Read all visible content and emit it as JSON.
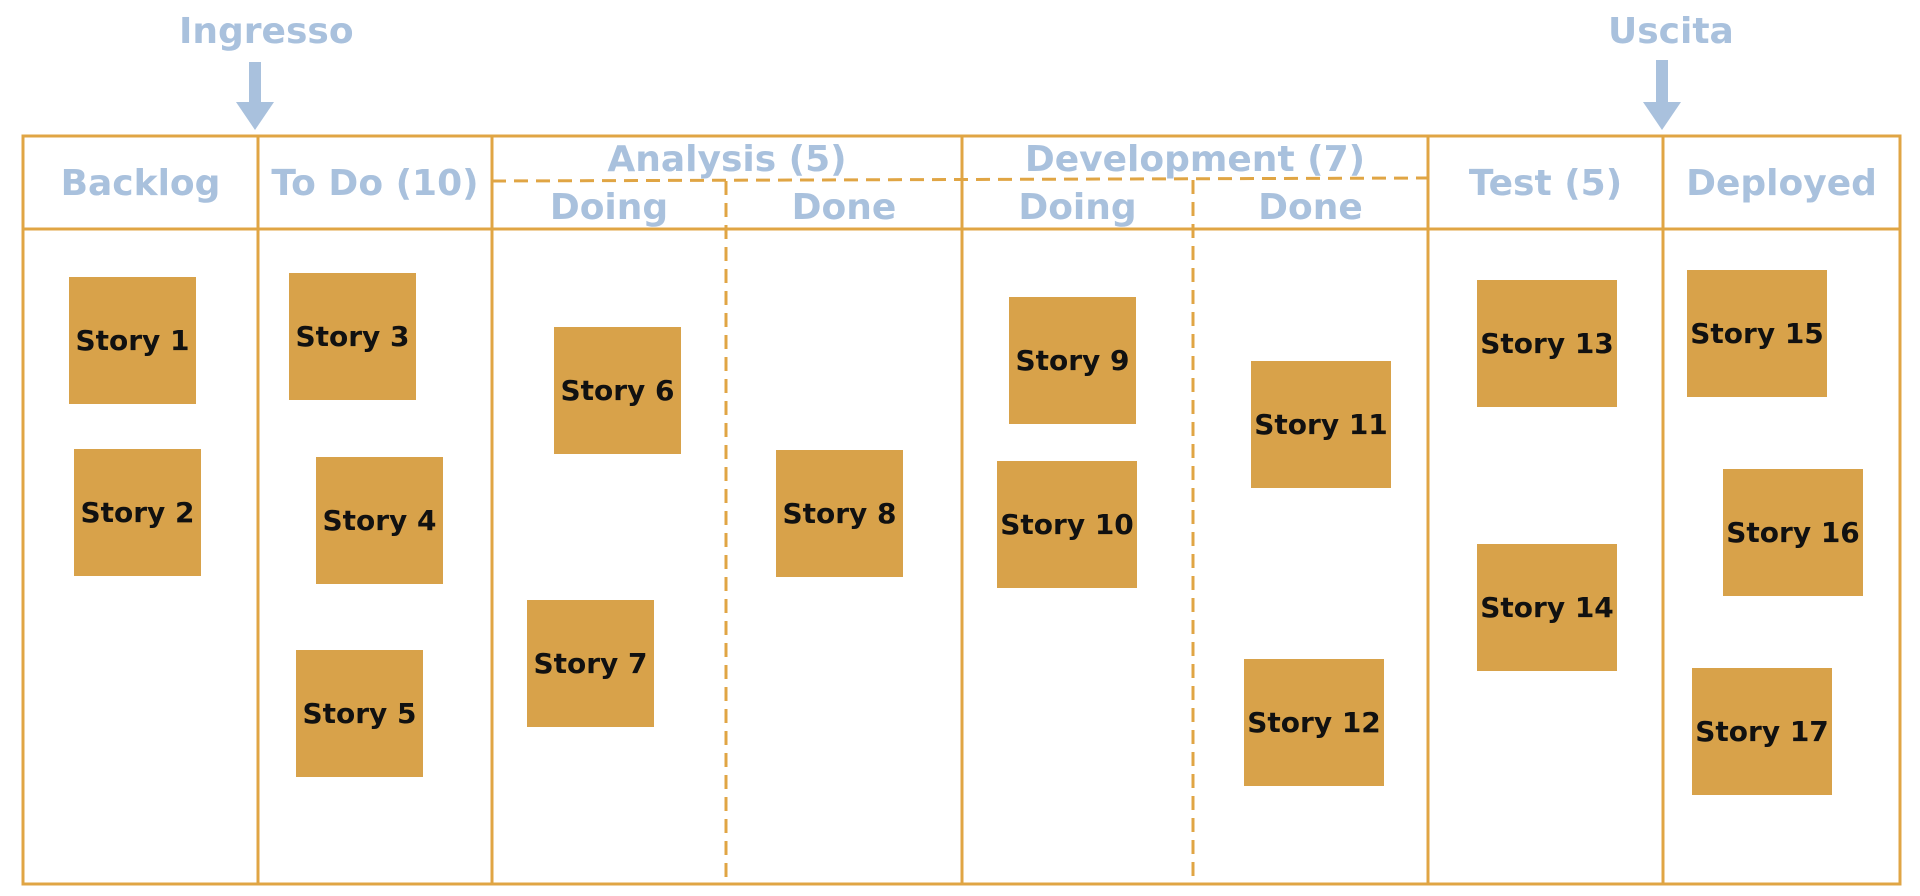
{
  "flow": {
    "entry_label": "Ingresso",
    "exit_label": "Uscita"
  },
  "columns": {
    "backlog": "Backlog",
    "todo": "To Do (10)",
    "analysis": "Analysis (5)",
    "analysis_doing": "Doing",
    "analysis_done": "Done",
    "development": "Development (7)",
    "development_doing": "Doing",
    "development_done": "Done",
    "test": "Test (5)",
    "deployed": "Deployed"
  },
  "stories": [
    "Story 1",
    "Story 2",
    "Story 3",
    "Story 4",
    "Story 5",
    "Story 6",
    "Story 7",
    "Story 8",
    "Story 9",
    "Story 10",
    "Story 11",
    "Story 12",
    "Story 13",
    "Story 14",
    "Story 15",
    "Story 16",
    "Story 17"
  ],
  "colors": {
    "border": "#e0a544",
    "sticky": "#d8a24a",
    "header_text": "#a9c1dd",
    "arrow": "#a9c1dd"
  }
}
